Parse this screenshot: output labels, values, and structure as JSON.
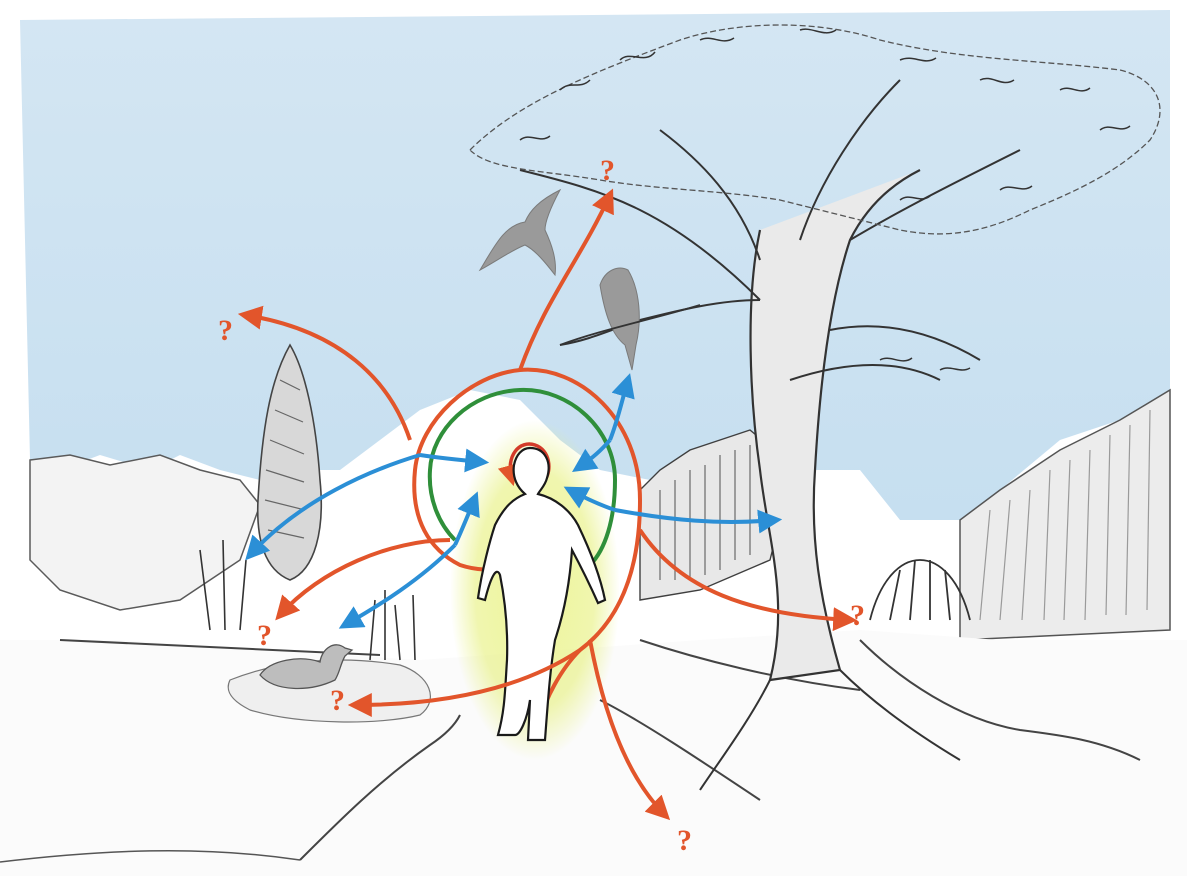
{
  "illustration": {
    "question_mark": "?",
    "colors": {
      "sky": "#cfe3f1",
      "pencil": "#3a3a3a",
      "arrow_orange": "#e2552b",
      "arrow_blue": "#2b8fd6",
      "ring_green": "#2f8f3a",
      "halo_yellow": "#e6f07a",
      "bird_gray": "#8f8f8f",
      "ground": "#fbfbfb"
    },
    "icons": [
      "person-silhouette",
      "bird-flying",
      "bird-perched",
      "duck",
      "tree",
      "bush",
      "cypress"
    ]
  }
}
